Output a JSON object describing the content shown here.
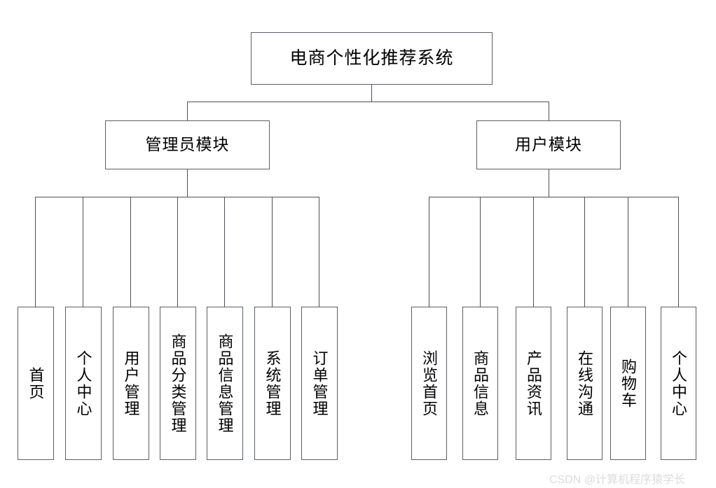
{
  "diagram": {
    "title": "电商个性化推荐系统",
    "root": {
      "label": "电商个性化推荐系统"
    },
    "modules": [
      {
        "label": "管理员模块"
      },
      {
        "label": "用户模块"
      }
    ],
    "admin_leaves": [
      {
        "label": "首页"
      },
      {
        "label": "个人中心"
      },
      {
        "label": "用户管理"
      },
      {
        "label": "商品分类管理"
      },
      {
        "label": "商品信息管理"
      },
      {
        "label": "系统管理"
      },
      {
        "label": "订单管理"
      }
    ],
    "user_leaves": [
      {
        "label": "浏览首页"
      },
      {
        "label": "商品信息"
      },
      {
        "label": "产品资讯"
      },
      {
        "label": "在线沟通"
      },
      {
        "label": "购物车"
      },
      {
        "label": "个人中心"
      }
    ],
    "colors": {
      "stroke": "#5b5f66",
      "connector": "#4d5158",
      "background": "#ffffff",
      "text": "#000000",
      "watermark": "#dcdcdc"
    }
  },
  "watermark": {
    "text": "CSDN @计算机程序猿学长"
  }
}
